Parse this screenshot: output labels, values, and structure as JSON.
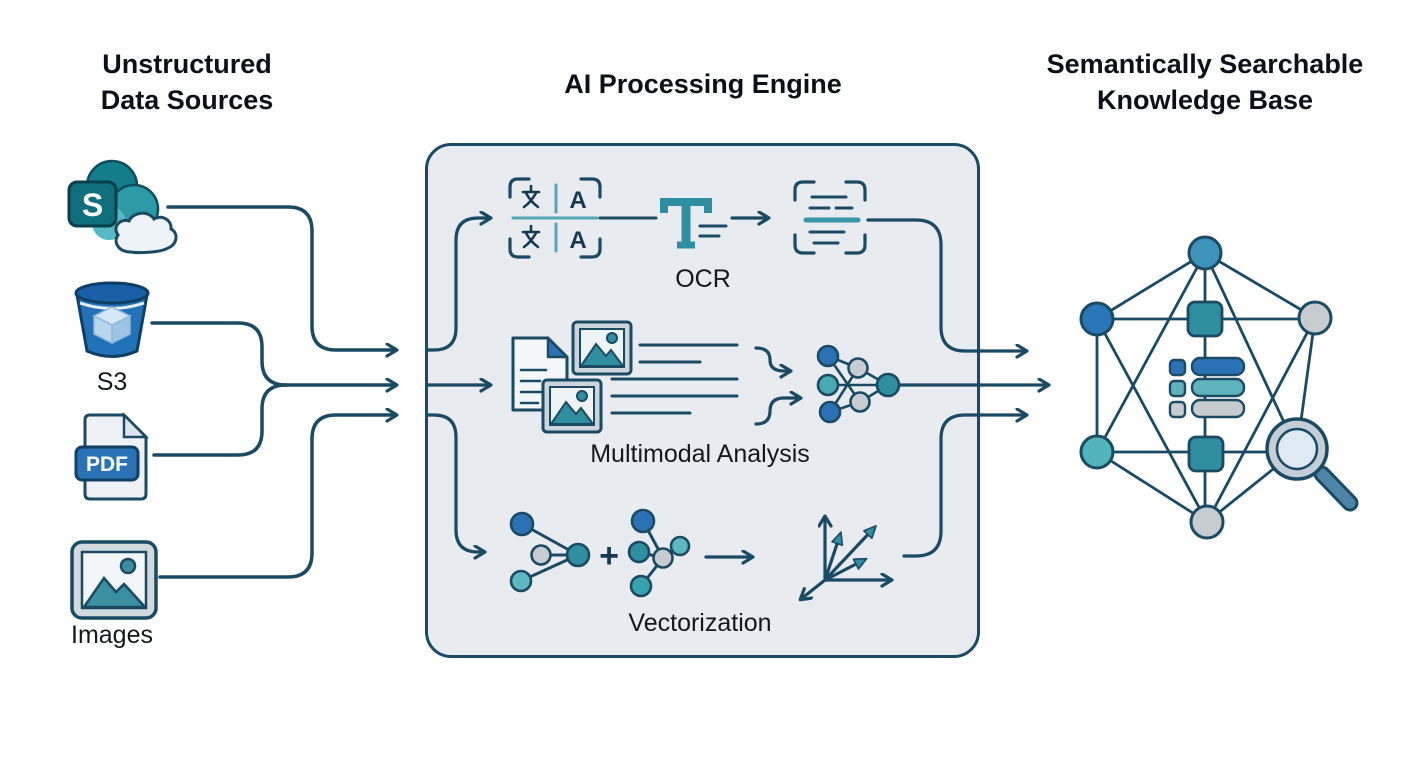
{
  "left_column": {
    "title_line1": "Unstructured",
    "title_line2": "Data Sources",
    "sources": [
      {
        "id": "sharepoint",
        "icon": "sharepoint-icon",
        "badge_letter": "S"
      },
      {
        "id": "s3",
        "icon": "s3-bucket-icon",
        "label": "S3"
      },
      {
        "id": "pdf",
        "icon": "pdf-file-icon",
        "badge_text": "PDF"
      },
      {
        "id": "images",
        "icon": "image-icon",
        "label": "Images"
      }
    ]
  },
  "engine": {
    "title": "AI Processing Engine",
    "stages": [
      {
        "label": "OCR",
        "glyphs": {
          "cjk": "文",
          "latin": "A"
        }
      },
      {
        "label": "Multimodal Analysis"
      },
      {
        "label": "Vectorization",
        "operator": "+"
      }
    ]
  },
  "knowledge_base": {
    "title_line1": "Semantically Searchable",
    "title_line2": "Knowledge Base"
  },
  "colors": {
    "line": "#1b4a63",
    "engine_fill": "#e8ecf1",
    "blue": "#2a72b5",
    "teal": "#2f8fa0",
    "light_teal": "#5cb8c2",
    "gray": "#c7ccd1"
  }
}
